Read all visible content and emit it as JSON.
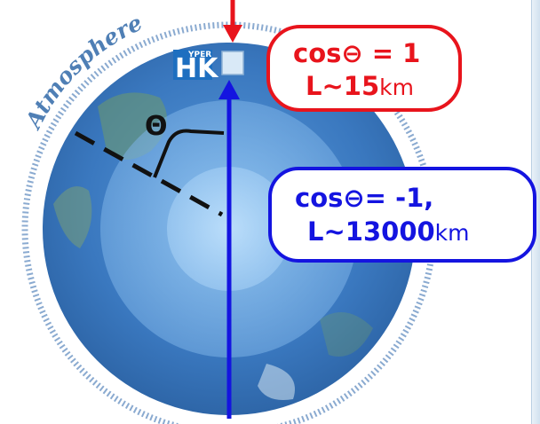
{
  "atmosphere_label": "Atmosphere",
  "angle_symbol": "Θ",
  "detector_logo": {
    "letters": "HK",
    "small_text": "YPER"
  },
  "callout_top": {
    "line1": "cos⊖ = 1",
    "line2_prefix": "L~15",
    "line2_unit": "km",
    "color": "#e8141c"
  },
  "callout_bottom": {
    "line1": "cos⊖= -1,",
    "line2_prefix": "L~13000",
    "line2_unit": "km",
    "color": "#1414e0"
  },
  "colors": {
    "earth_ocean": "#3f7fc4",
    "inner_layer": "#7db3e8",
    "atmosphere_dots": "#8aaad0",
    "downward_neutrino": "#e8141c",
    "upward_neutrino": "#1414e0"
  }
}
